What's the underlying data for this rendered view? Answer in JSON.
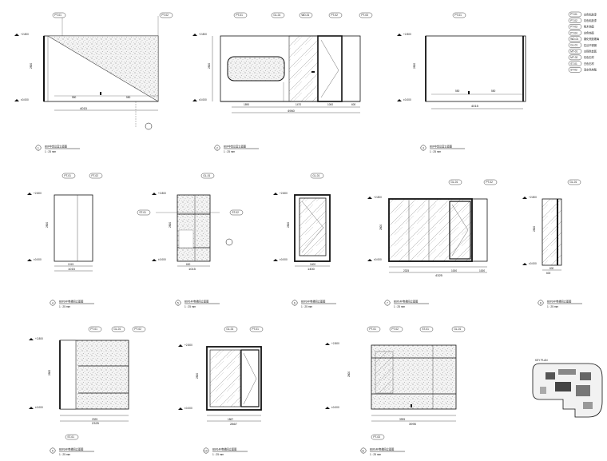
{
  "scale": "1 : 25 mm",
  "legend": {
    "codes": [
      "PT-01",
      "PT-02",
      "PT-03",
      "PT-04",
      "WD-01",
      "GL-01",
      "MT-01",
      "MT-02",
      "ST-01",
      "ST-02"
    ],
    "descriptions": [
      "白色乳胶漆",
      "灰色乳胶漆",
      "橡木饰面",
      "白色饰面",
      "钢化夹胶玻璃",
      "拉丝不锈钢",
      "古铜色金属",
      "灰色石材",
      "白色石材",
      "深灰色地毯"
    ]
  },
  "elevations": [
    {
      "no": "1",
      "title": "B6#中会议室立面图",
      "width": "4015",
      "height": "2800",
      "fl_top": "+2.800",
      "fl_bot": "±0.000",
      "tags": [
        "PT-01",
        "PT-02"
      ],
      "dims": [
        "550",
        "550"
      ]
    },
    {
      "no": "2",
      "title": "B6#中会议室立面图",
      "width": "4960",
      "height": "2800",
      "fl_top": "+2.800",
      "fl_bot": "±0.000",
      "tags": [
        "PT-01",
        "GL-01",
        "WD-01",
        "PT-02",
        "PT-03"
      ],
      "dims": [
        "1890",
        "1470",
        "1000",
        "600"
      ]
    },
    {
      "no": "3",
      "title": "B6#中会议室立面图",
      "width": "4015",
      "height": "2800",
      "fl_top": "+2.800",
      "fl_bot": "±0.000",
      "tags": [
        "PT-01"
      ],
      "dims": [
        "550",
        "550"
      ]
    },
    {
      "no": "4",
      "title": "B6#14F电梯间立面图",
      "width": "1015",
      "height": "2800",
      "fl_top": "+2.800",
      "fl_bot": "±0.000",
      "tags": [
        "PT-01",
        "PT-02"
      ],
      "dims": [
        "1015"
      ]
    },
    {
      "no": "5",
      "title": "B6#14F电梯间立面图",
      "width": "1015",
      "height": "2800",
      "fl_top": "+2.800",
      "fl_bot": "±0.000",
      "tags": [
        "GL-01",
        "ST-01",
        "ST-02"
      ],
      "dims": [
        "600",
        "415"
      ]
    },
    {
      "no": "6",
      "title": "B6#14F电梯间立面图",
      "width": "1400",
      "height": "2800",
      "fl_top": "+2.800",
      "fl_bot": "±0.000",
      "tags": [
        "GL-01"
      ],
      "dims": [
        "1400"
      ]
    },
    {
      "no": "7",
      "title": "B6#14F电梯间立面图",
      "width": "4325",
      "height": "2800",
      "fl_top": "+2.800",
      "fl_bot": "±0.000",
      "tags": [
        "GL-01",
        "PT-02"
      ],
      "dims": [
        "2325",
        "1000",
        "1000"
      ]
    },
    {
      "no": "8",
      "title": "B6#14F电梯间立面图",
      "width": "600",
      "height": "2800",
      "fl_top": "+2.800",
      "fl_bot": "±0.000",
      "tags": [
        "GL-01"
      ],
      "dims": [
        "600"
      ]
    },
    {
      "no": "9",
      "title": "B6#14F电梯间立面图",
      "width": "2325",
      "height": "2800",
      "fl_top": "+2.800",
      "fl_bot": "±0.000",
      "tags": [
        "PT-01",
        "GL-01",
        "PT-02",
        "ST-01"
      ],
      "dims": [
        "2325"
      ]
    },
    {
      "no": "10",
      "title": "B6#14F电梯间立面图",
      "width": "2867",
      "height": "2800",
      "fl_top": "+2.800",
      "fl_bot": "±0.000",
      "tags": [
        "GL-01",
        "PT-01"
      ],
      "dims": [
        "1867",
        "1000"
      ]
    },
    {
      "no": "11",
      "title": "B6#14F电梯间立面图",
      "width": "3995",
      "height": "2800",
      "fl_top": "+2.800",
      "fl_bot": "±0.000",
      "tags": [
        "PT-01",
        "PT-02",
        "ST-01",
        "GL-01",
        "PT-03"
      ],
      "dims": [
        "3995"
      ]
    }
  ],
  "key_plan_label": "KEY PLAN"
}
